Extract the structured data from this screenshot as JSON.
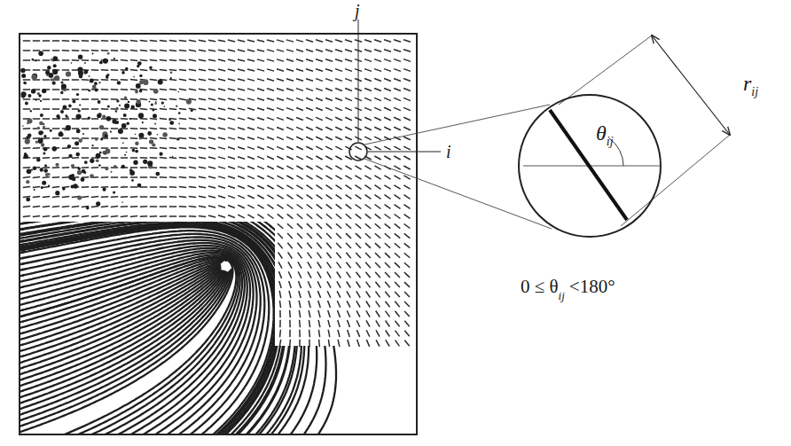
{
  "diagram": {
    "labels": [
      "j",
      "i",
      "θ",
      "ij",
      "r",
      "ij",
      "0 ≤ θ",
      "ij",
      "<180°"
    ]
  }
}
